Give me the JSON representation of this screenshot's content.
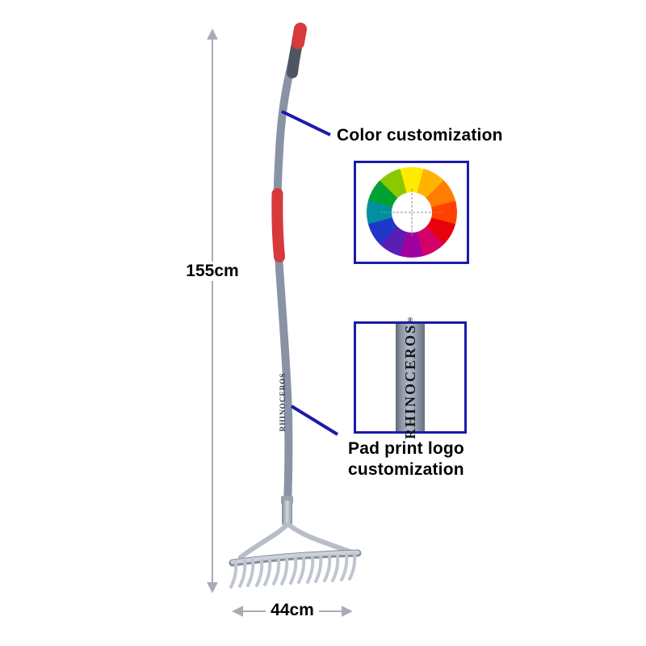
{
  "figure": {
    "height_label": "155cm",
    "width_label": "44cm"
  },
  "callouts": {
    "color_customization": "Color customization",
    "pad_print_line1": "Pad print logo",
    "pad_print_line2": "customization"
  },
  "brand": {
    "logo_text": "RHINOCEROS",
    "registered_mark": "®",
    "shaft_logo_text": "RHINOCEROS"
  },
  "colors": {
    "background": "#ffffff",
    "handle_gray": "#8a93a4",
    "handle_dark_grip": "#4e5562",
    "grip_red": "#d63a3a",
    "metal_silver": "#bfc6cf",
    "annotation_blue": "#1b1ba8",
    "arrow_gray": "#a8adb5",
    "label_black": "#000000"
  },
  "color_wheel": {
    "segments": [
      "#FFEB00",
      "#FFB300",
      "#FF7D00",
      "#FF4200",
      "#E8000D",
      "#D4006A",
      "#A000A0",
      "#5A1EB4",
      "#2038C8",
      "#0090A0",
      "#00A032",
      "#8CC800"
    ]
  }
}
